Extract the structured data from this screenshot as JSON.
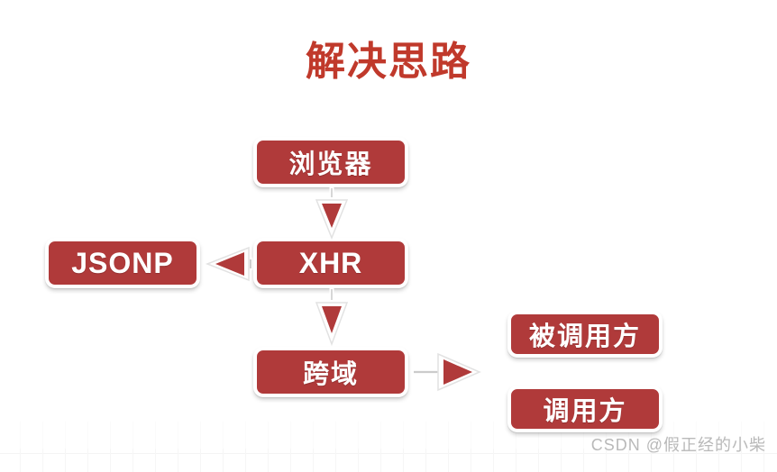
{
  "page": {
    "title": "解决思路",
    "background_color": "#ffffff",
    "title_color": "#c0392b",
    "node_color": "#b03a3a",
    "node_text_color": "#ffffff",
    "arrow_color": "#b03a3a",
    "watermark": "CSDN @假正经的小柴"
  },
  "diagram": {
    "type": "flowchart",
    "nodes": [
      {
        "id": "browser",
        "label": "浏览器",
        "script": "cjk"
      },
      {
        "id": "jsonp",
        "label": "JSONP",
        "script": "latin"
      },
      {
        "id": "xhr",
        "label": "XHR",
        "script": "latin"
      },
      {
        "id": "cors",
        "label": "跨域",
        "script": "cjk"
      },
      {
        "id": "callee",
        "label": "被调用方",
        "script": "cjk"
      },
      {
        "id": "caller",
        "label": "调用方",
        "script": "cjk"
      }
    ],
    "edges": [
      {
        "from": "browser",
        "to": "xhr",
        "direction": "down"
      },
      {
        "from": "xhr",
        "to": "cors",
        "direction": "down"
      },
      {
        "from": "xhr",
        "to": "jsonp",
        "direction": "left"
      },
      {
        "from": "cors",
        "to": "callee",
        "direction": "right"
      }
    ]
  }
}
